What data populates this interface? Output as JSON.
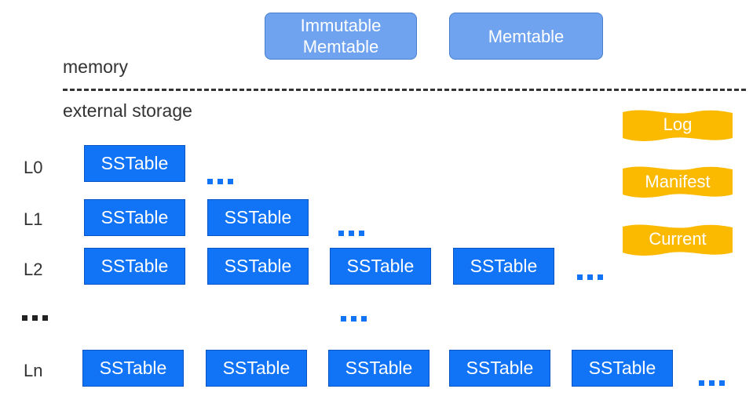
{
  "memory_section": {
    "immutable_memtable": "Immutable\nMemtable",
    "memtable": "Memtable",
    "memory_label": "memory",
    "external_storage_label": "external storage"
  },
  "levels": {
    "l0": "L0",
    "l1": "L1",
    "l2": "L2",
    "ln": "Ln"
  },
  "sstable_label": "SSTable",
  "files": {
    "log": "Log",
    "manifest": "Manifest",
    "current": "Current"
  },
  "colors": {
    "sstable_fill": "#1173f5",
    "memtable_fill": "#6fa3ef",
    "file_fill": "#fbb900"
  }
}
